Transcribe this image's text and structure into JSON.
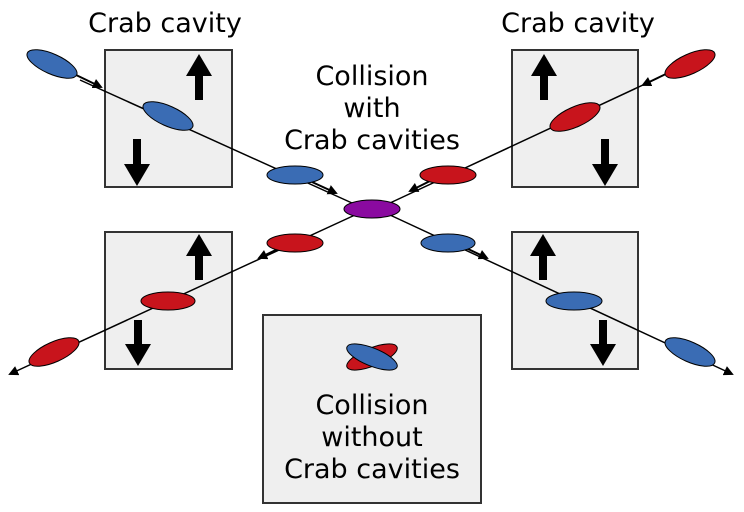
{
  "labels": {
    "crab_cavity_left": "Crab cavity",
    "crab_cavity_right": "Crab cavity",
    "with_line1": "Collision",
    "with_line2": "with",
    "with_line3": "Crab cavities",
    "without_line1": "Collision",
    "without_line2": "without",
    "without_line3": "Crab cavities"
  },
  "colors": {
    "blue_bunch": "#3a6cb4",
    "red_bunch": "#c8141c",
    "collision_bunch": "#8a0aa0",
    "cavity_fill": "#efefef",
    "cavity_stroke": "#333333",
    "line": "#000000"
  },
  "icons": {
    "kick_up": "arrow-up-icon",
    "kick_down": "arrow-down-icon",
    "beam_direction": "arrowhead-icon"
  }
}
